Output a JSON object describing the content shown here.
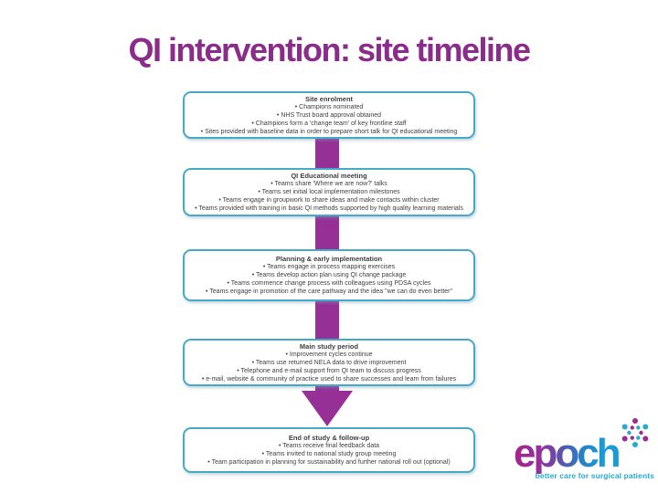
{
  "slide": {
    "title": "QI intervention: site timeline"
  },
  "timeline": {
    "steps": [
      {
        "header": "Site enrolment",
        "bullets": [
          "Champions nominated",
          "NHS Trust board approval obtained",
          "Champions form a 'change team' of key frontline staff",
          "Sites provided with baseline data in order to prepare short talk for QI educational meeting"
        ]
      },
      {
        "header": "QI Educational meeting",
        "bullets": [
          "Teams share 'Where we are now?' talks",
          "Teams set initial local implementation milestones",
          "Teams engage in groupwork to share ideas and make contacts within cluster",
          "Teams provided with training in basic QI methods supported by high quality learning materials"
        ]
      },
      {
        "header": "Planning & early implementation",
        "bullets": [
          "Teams engage in process mapping exercises",
          "Teams develop action plan using QI change package",
          "Teams commence change process with colleagues using PDSA cycles",
          "Teams engage in promotion of the care pathway and the idea \"we can do even better\""
        ]
      },
      {
        "header": "Main study period",
        "bullets": [
          "Improvement cycles continue",
          "Teams use returned NELA data to drive improvement",
          "Telephone and e-mail support from QI team to discuss progress",
          "e-mail, website & community of practice used to share successes and learn from failures"
        ]
      },
      {
        "header": "End of study & follow-up",
        "bullets": [
          "Teams receive final feedback data",
          "Teams invited to national study group meeting",
          "Team participation in planning for sustainability and further national roll out (optional)"
        ]
      }
    ]
  },
  "logo": {
    "name": "epoch",
    "tagline": "better care for surgical patients"
  },
  "colors": {
    "title": "#8A2C8A",
    "box_border": "#45AAC8",
    "arrow": "#963096",
    "logo_magenta": "#A6238E",
    "logo_blue": "#1B9CD6",
    "tagline_teal": "#29A9CB"
  }
}
